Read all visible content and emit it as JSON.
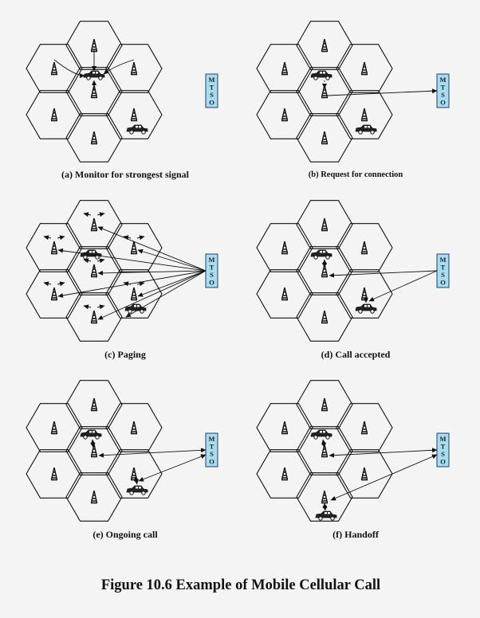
{
  "figure_title": "Figure 10.6  Example of Mobile Cellular  Call",
  "mtso_label": [
    "M",
    "T",
    "S",
    "O"
  ],
  "colors": {
    "background": "#f4f4f4",
    "hex_stroke": "#111111",
    "mtso_fill": "#a8dcf0",
    "mtso_stroke": "#1f3f6f"
  },
  "panels": [
    {
      "id": "a",
      "caption": "(a) Monitor for strongest signal"
    },
    {
      "id": "b",
      "caption": "(b) Request for connection"
    },
    {
      "id": "c",
      "caption": "(c) Paging"
    },
    {
      "id": "d",
      "caption": "(d) Call accepted"
    },
    {
      "id": "e",
      "caption": "(e) Ongoing call"
    },
    {
      "id": "f",
      "caption": "(f) Handoff"
    }
  ]
}
